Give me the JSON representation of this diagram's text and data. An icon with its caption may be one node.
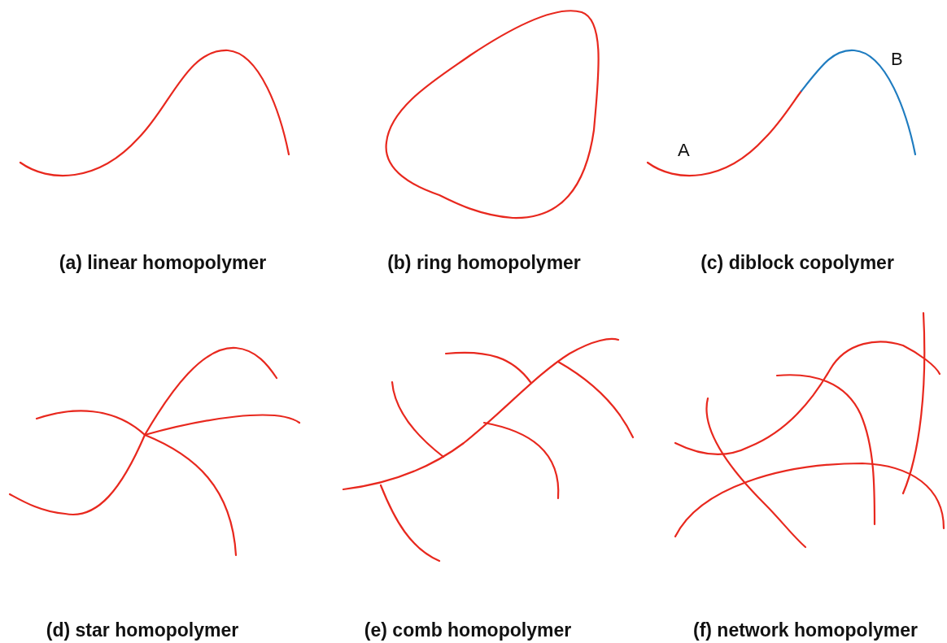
{
  "diagram": {
    "labels": [
      "B",
      "A",
      "(a) linear homopolymer",
      "(b) ring homopolymer",
      "(c) diblock copolymer",
      "(d) star homopolymer",
      "(e) comb homopolymer",
      "(f) network homopolymer"
    ]
  }
}
